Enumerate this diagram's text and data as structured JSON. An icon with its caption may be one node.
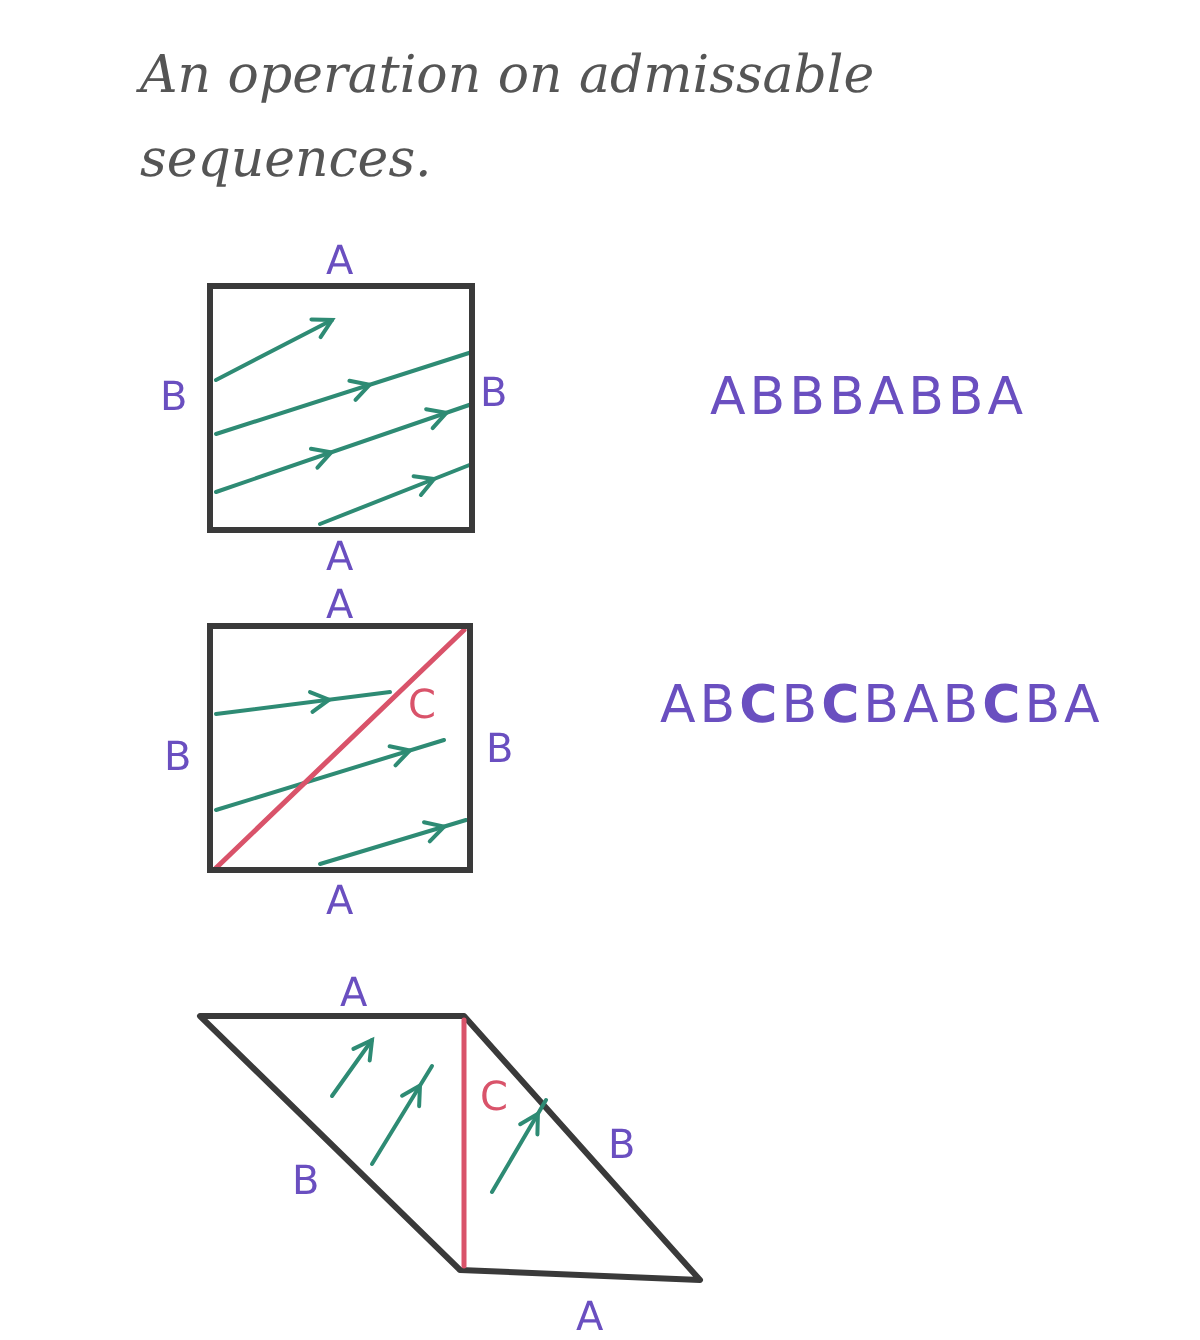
{
  "diagram": {
    "title": "An operation on admissable sequences.",
    "labels": [
      "A",
      "B",
      "B",
      "ABBBABBA",
      "A",
      "A",
      "C",
      "B",
      "B",
      "AB**C**B**C**BAB**C**BA",
      "A",
      "A",
      "C",
      "B",
      "B",
      "A"
    ]
  }
}
